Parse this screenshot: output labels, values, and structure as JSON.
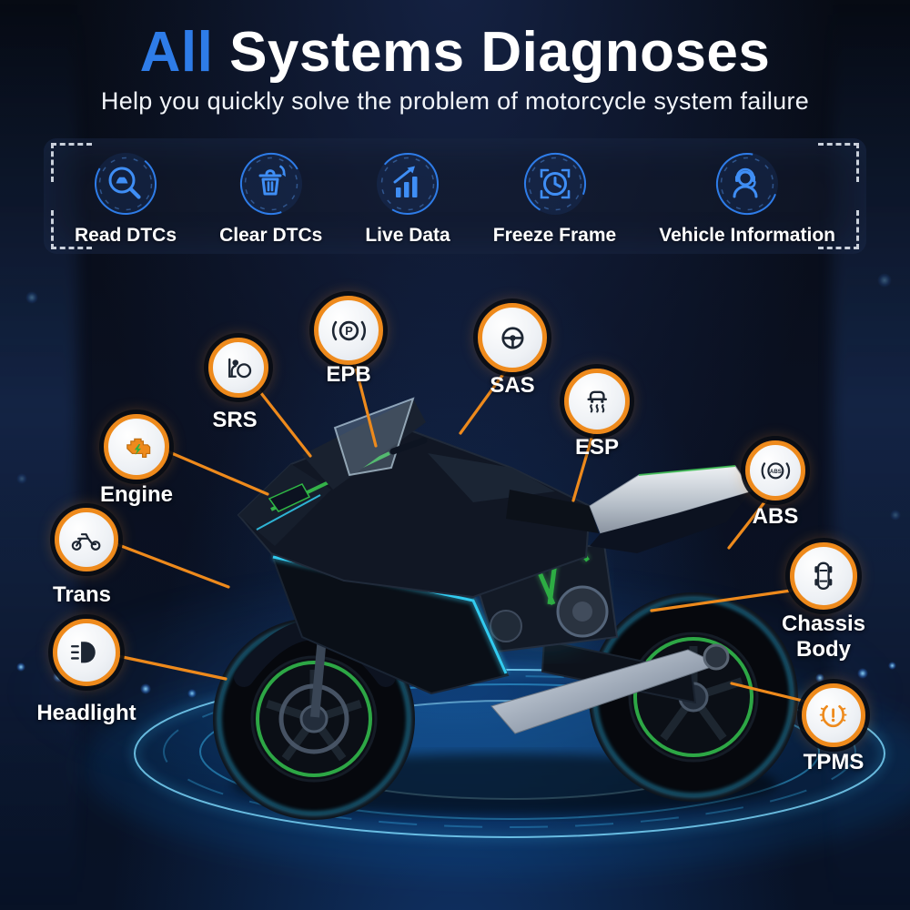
{
  "page": {
    "title_accent": "All",
    "title_rest": " Systems Diagnoses",
    "subtitle": "Help you quickly solve the problem of motorcycle system failure"
  },
  "colors": {
    "accent_blue": "#2e7ce8",
    "icon_blue": "#3f8ef5",
    "badge_orange": "#ee8a1c",
    "neon_cyan": "#35d8ff",
    "neon_green": "#37c24c"
  },
  "features": [
    {
      "label": "Read DTCs",
      "icon": "car-search-icon"
    },
    {
      "label": "Clear DTCs",
      "icon": "trash-icon"
    },
    {
      "label": "Live Data",
      "icon": "bar-chart-icon"
    },
    {
      "label": "Freeze Frame",
      "icon": "clock-frame-icon"
    },
    {
      "label": "Vehicle Information",
      "icon": "headset-support-icon"
    }
  ],
  "systems": [
    {
      "label": "EPB",
      "icon": "parking-brake-icon"
    },
    {
      "label": "SAS",
      "icon": "steering-wheel-icon"
    },
    {
      "label": "SRS",
      "icon": "airbag-icon"
    },
    {
      "label": "ESP",
      "icon": "car-skid-icon"
    },
    {
      "label": "Engine",
      "icon": "engine-icon"
    },
    {
      "label": "ABS",
      "icon": "abs-brake-icon"
    },
    {
      "label": "Trans",
      "icon": "motorcycle-icon"
    },
    {
      "label": "Chassis Body",
      "icon": "car-top-view-icon"
    },
    {
      "label": "Headlight",
      "icon": "headlight-icon"
    },
    {
      "label": "TPMS",
      "icon": "tire-pressure-icon"
    }
  ]
}
